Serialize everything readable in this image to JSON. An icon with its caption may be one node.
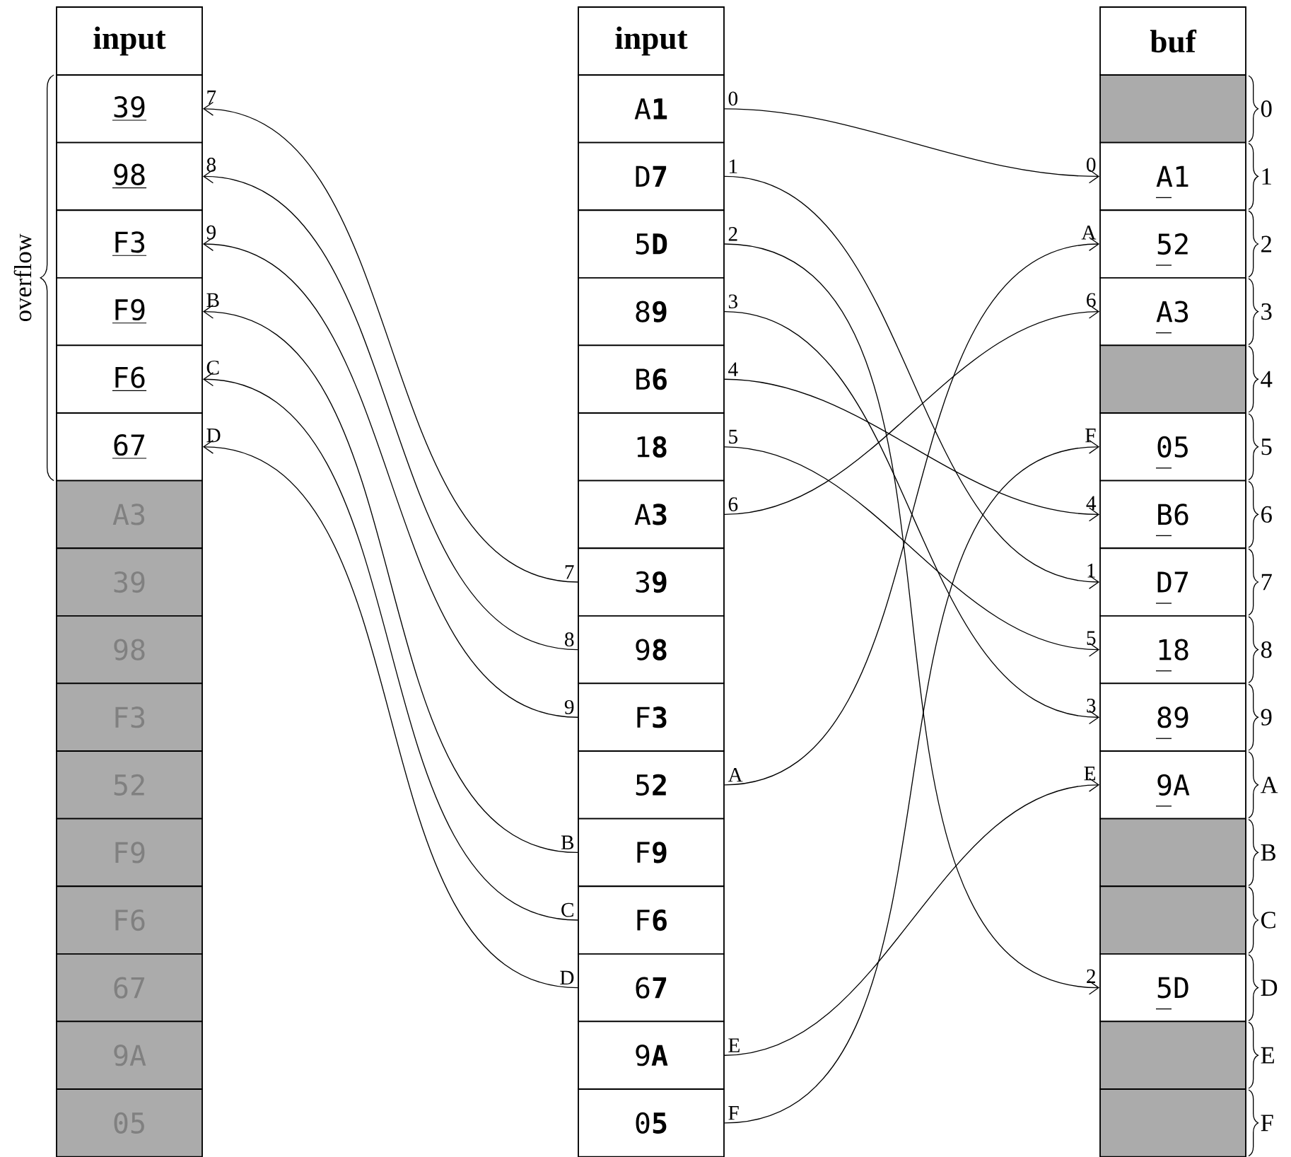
{
  "diagram": {
    "nodes": [
      {
        "text": [
          "input"
        ]
      },
      {
        "text": [
          "39"
        ]
      },
      {
        "text": [
          "98"
        ]
      },
      {
        "text": [
          "F3"
        ]
      },
      {
        "text": [
          "F9"
        ]
      },
      {
        "text": [
          "F6"
        ]
      },
      {
        "text": [
          "67"
        ]
      },
      {
        "text": [
          "A3"
        ]
      },
      {
        "text": [
          "39"
        ]
      },
      {
        "text": [
          "98"
        ]
      },
      {
        "text": [
          "F3"
        ]
      },
      {
        "text": [
          "52"
        ]
      },
      {
        "text": [
          "F9"
        ]
      },
      {
        "text": [
          "F6"
        ]
      },
      {
        "text": [
          "67"
        ]
      },
      {
        "text": [
          "9A"
        ]
      },
      {
        "text": [
          "05"
        ]
      },
      {
        "text": [
          "input"
        ]
      },
      {
        "text": [
          "A**1**"
        ]
      },
      {
        "text": [
          "D**7**"
        ]
      },
      {
        "text": [
          "5**D**"
        ]
      },
      {
        "text": [
          "8**9**"
        ]
      },
      {
        "text": [
          "B**6**"
        ]
      },
      {
        "text": [
          "1**8**"
        ]
      },
      {
        "text": [
          "A**3**"
        ]
      },
      {
        "text": [
          "3**9**"
        ]
      },
      {
        "text": [
          "9**8**"
        ]
      },
      {
        "text": [
          "F**3**"
        ]
      },
      {
        "text": [
          "5**2**"
        ]
      },
      {
        "text": [
          "F**9**"
        ]
      },
      {
        "text": [
          "F**6**"
        ]
      },
      {
        "text": [
          "6**7**"
        ]
      },
      {
        "text": [
          "9**A**"
        ]
      },
      {
        "text": [
          "0**5**"
        ]
      },
      {
        "text": [
          "buf"
        ]
      },
      {
        "text": [],
        "shape": "box"
      },
      {
        "text": [
          "A1"
        ]
      },
      {
        "text": [
          "52"
        ]
      },
      {
        "text": [
          "A3"
        ]
      },
      {
        "text": [],
        "shape": "box"
      },
      {
        "text": [
          "05"
        ]
      },
      {
        "text": [
          "B6"
        ]
      },
      {
        "text": [
          "D7"
        ]
      },
      {
        "text": [
          "18"
        ]
      },
      {
        "text": [
          "89"
        ]
      },
      {
        "text": [
          "9A"
        ]
      },
      {
        "text": [],
        "shape": "box"
      },
      {
        "text": [],
        "shape": "box"
      },
      {
        "text": [
          "5D"
        ]
      },
      {
        "text": [],
        "shape": "box"
      },
      {
        "text": [],
        "shape": "box"
      }
    ],
    "edges": [
      {
        "from": 18,
        "to": 36,
        "arrow": "to",
        "label": "0"
      },
      {
        "from": 19,
        "to": 42,
        "arrow": "to",
        "label": "1"
      },
      {
        "from": 20,
        "to": 48,
        "arrow": "to",
        "label": "2"
      },
      {
        "from": 21,
        "to": 44,
        "arrow": "to",
        "label": "3"
      },
      {
        "from": 22,
        "to": 41,
        "arrow": "to",
        "label": "4"
      },
      {
        "from": 23,
        "to": 43,
        "arrow": "to",
        "label": "5"
      },
      {
        "from": 24,
        "to": 38,
        "arrow": "to",
        "label": "6"
      },
      {
        "from": 25,
        "to": 1,
        "arrow": "to",
        "label": "7"
      },
      {
        "from": 26,
        "to": 2,
        "arrow": "to",
        "label": "8"
      },
      {
        "from": 27,
        "to": 3,
        "arrow": "to",
        "label": "9"
      },
      {
        "from": 28,
        "to": 37,
        "arrow": "to",
        "label": "A"
      },
      {
        "from": 29,
        "to": 4,
        "arrow": "to",
        "label": "B"
      },
      {
        "from": 30,
        "to": 5,
        "arrow": "to",
        "label": "C"
      },
      {
        "from": 31,
        "to": 6,
        "arrow": "to",
        "label": "D"
      },
      {
        "from": 32,
        "to": 45,
        "arrow": "to",
        "label": "E"
      },
      {
        "from": 33,
        "to": 40,
        "arrow": "to",
        "label": "F"
      }
    ],
    "labels": [
      "overflow",
      "0",
      "1",
      "2",
      "3",
      "4",
      "5",
      "6",
      "7",
      "8",
      "9",
      "A",
      "B",
      "C",
      "D",
      "E",
      "F",
      "0",
      "1",
      "2",
      "3",
      "4",
      "5",
      "6",
      "7",
      "8",
      "9",
      "A",
      "B",
      "C",
      "D",
      "E",
      "F"
    ]
  }
}
